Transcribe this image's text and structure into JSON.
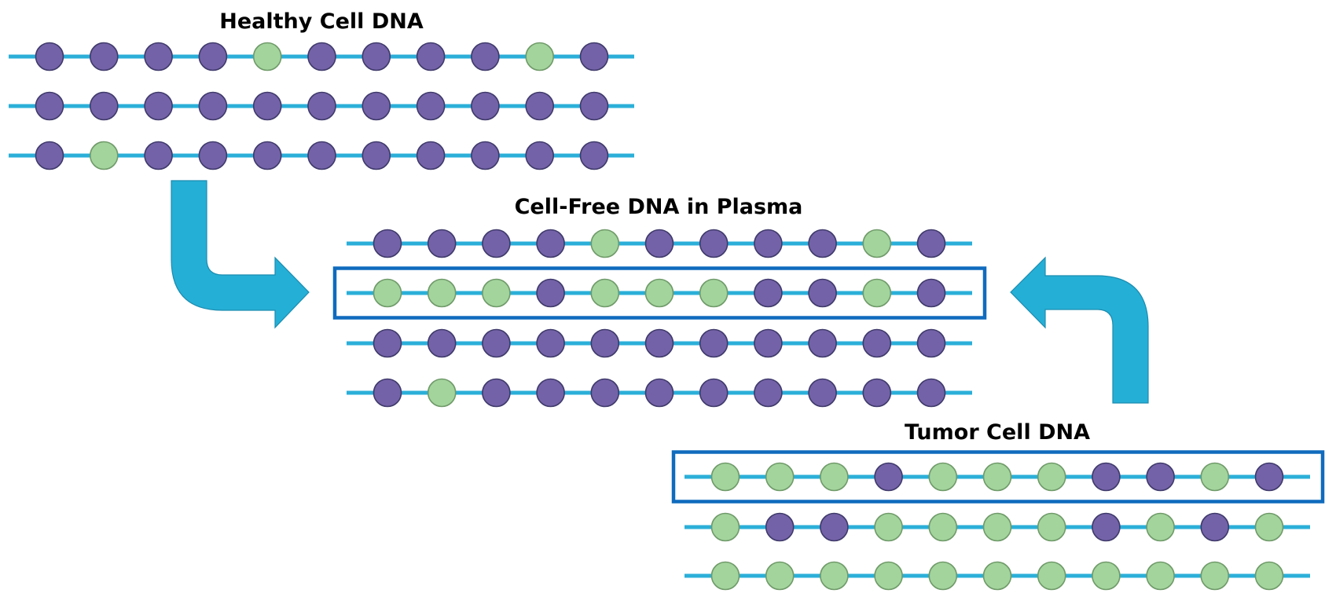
{
  "colors": {
    "strand": "#2BAFD9",
    "normal_base": "#7462A8",
    "normal_base_stroke": "#3F3A6B",
    "mutated_base": "#A3D49C",
    "mutated_base_stroke": "#6F9A69",
    "highlight_box": "#0F6BBD",
    "arrow_fill": "#24AFD6",
    "arrow_stroke": "#1B8CB0",
    "title": "#000000"
  },
  "legend_semantics": {
    "P": "normal base (purple)",
    "G": "variant base (green)"
  },
  "groups": [
    {
      "id": "healthy",
      "title": "Healthy Cell DNA",
      "strands": [
        {
          "bases": [
            "P",
            "P",
            "P",
            "P",
            "G",
            "P",
            "P",
            "P",
            "P",
            "G",
            "P"
          ],
          "highlighted": false
        },
        {
          "bases": [
            "P",
            "P",
            "P",
            "P",
            "P",
            "P",
            "P",
            "P",
            "P",
            "P",
            "P"
          ],
          "highlighted": false
        },
        {
          "bases": [
            "P",
            "G",
            "P",
            "P",
            "P",
            "P",
            "P",
            "P",
            "P",
            "P",
            "P"
          ],
          "highlighted": false
        }
      ]
    },
    {
      "id": "cell-free",
      "title": "Cell-Free DNA in Plasma",
      "strands": [
        {
          "bases": [
            "P",
            "P",
            "P",
            "P",
            "G",
            "P",
            "P",
            "P",
            "P",
            "G",
            "P"
          ],
          "highlighted": false
        },
        {
          "bases": [
            "G",
            "G",
            "G",
            "P",
            "G",
            "G",
            "G",
            "P",
            "P",
            "G",
            "P"
          ],
          "highlighted": true
        },
        {
          "bases": [
            "P",
            "P",
            "P",
            "P",
            "P",
            "P",
            "P",
            "P",
            "P",
            "P",
            "P"
          ],
          "highlighted": false
        },
        {
          "bases": [
            "P",
            "G",
            "P",
            "P",
            "P",
            "P",
            "P",
            "P",
            "P",
            "P",
            "P"
          ],
          "highlighted": false
        }
      ]
    },
    {
      "id": "tumor",
      "title": "Tumor Cell DNA",
      "strands": [
        {
          "bases": [
            "G",
            "G",
            "G",
            "P",
            "G",
            "G",
            "G",
            "P",
            "P",
            "G",
            "P"
          ],
          "highlighted": true
        },
        {
          "bases": [
            "G",
            "P",
            "P",
            "G",
            "G",
            "G",
            "G",
            "P",
            "G",
            "P",
            "G"
          ],
          "highlighted": false
        },
        {
          "bases": [
            "G",
            "G",
            "G",
            "G",
            "G",
            "G",
            "G",
            "G",
            "G",
            "G",
            "G"
          ],
          "highlighted": false
        }
      ]
    }
  ],
  "arrows": [
    {
      "id": "healthy-to-plasma",
      "from": "healthy",
      "to": "cell-free"
    },
    {
      "id": "tumor-to-plasma",
      "from": "tumor",
      "to": "cell-free"
    }
  ]
}
